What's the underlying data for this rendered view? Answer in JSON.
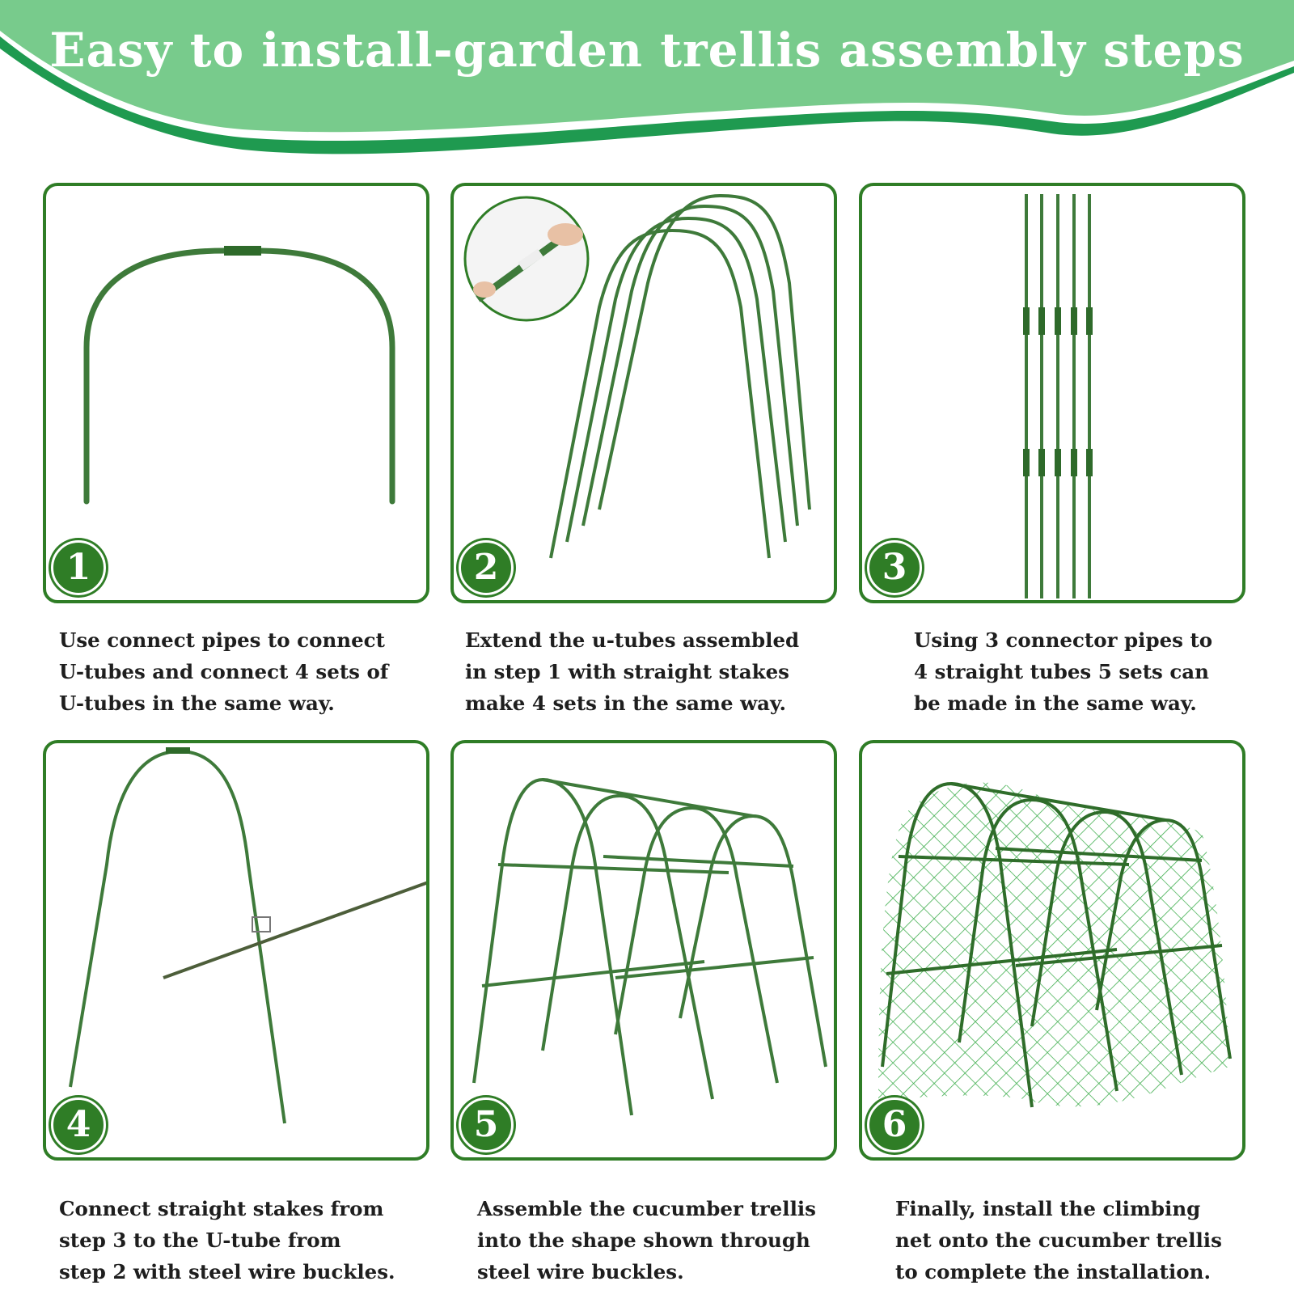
{
  "banner": {
    "title": "Easy to install-garden trellis assembly steps",
    "colors": {
      "fill": "#78cb8c",
      "stripe": "#219a52"
    }
  },
  "colors": {
    "frame": "#2f7d26",
    "tube": "#3e7a3a",
    "net": "#3fae4e"
  },
  "steps": [
    {
      "number": "1",
      "lines": [
        "Use connect pipes to connect",
        "U-tubes and connect 4 sets of",
        "U-tubes in the same way."
      ]
    },
    {
      "number": "2",
      "lines": [
        "Extend the u-tubes assembled",
        "in step 1 with straight stakes",
        "make 4 sets in the same way."
      ]
    },
    {
      "number": "3",
      "lines": [
        "Using 3 connector pipes to",
        "4 straight tubes 5 sets can",
        "be made in the same way."
      ]
    },
    {
      "number": "4",
      "lines": [
        "Connect straight stakes from",
        "step 3 to the U-tube from",
        "step 2 with steel wire buckles."
      ]
    },
    {
      "number": "5",
      "lines": [
        "Assemble the cucumber trellis",
        "into the shape shown through",
        "steel wire buckles."
      ]
    },
    {
      "number": "6",
      "lines": [
        "Finally, install the climbing",
        "net onto the cucumber trellis",
        "to complete the installation."
      ]
    }
  ]
}
